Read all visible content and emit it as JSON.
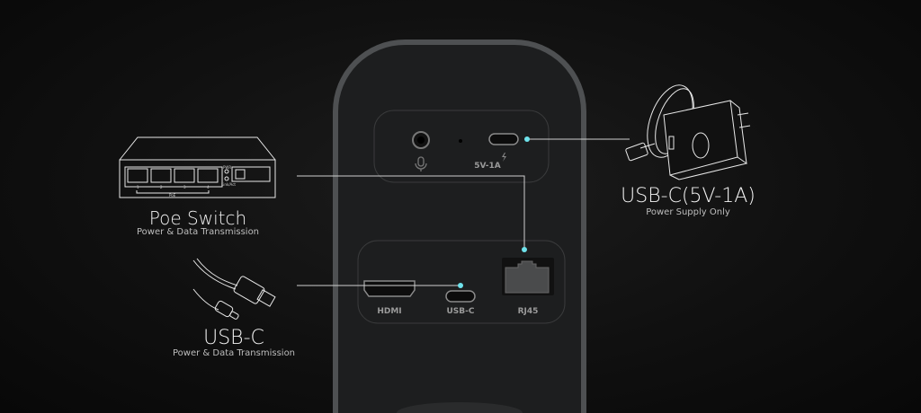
{
  "device": {
    "top_ports": {
      "usb_c_rating": "5V-1A"
    },
    "bottom_ports": {
      "hdmi": "HDMI",
      "usb_c": "USB-C",
      "rj45": "RJ45"
    }
  },
  "callouts": {
    "poe_switch": {
      "title": "Poe Switch",
      "subtitle": "Power & Data Transmission",
      "illustration_labels": {
        "ports": [
          "1",
          "2",
          "3",
          "4"
        ],
        "poe": "PoE",
        "pwr": "PWR",
        "link": "Link/Act"
      }
    },
    "usb_c": {
      "title": "USB-C",
      "subtitle": "Power & Data Transmission"
    },
    "power_adapter": {
      "title": "USB-C(5V-1A)",
      "subtitle": "Power Supply Only"
    }
  },
  "colors": {
    "accent_dot": "#6fe3ec",
    "line": "#d0d0d0",
    "device_body": "#1e1f20",
    "device_rim": "#5a5c5e"
  }
}
